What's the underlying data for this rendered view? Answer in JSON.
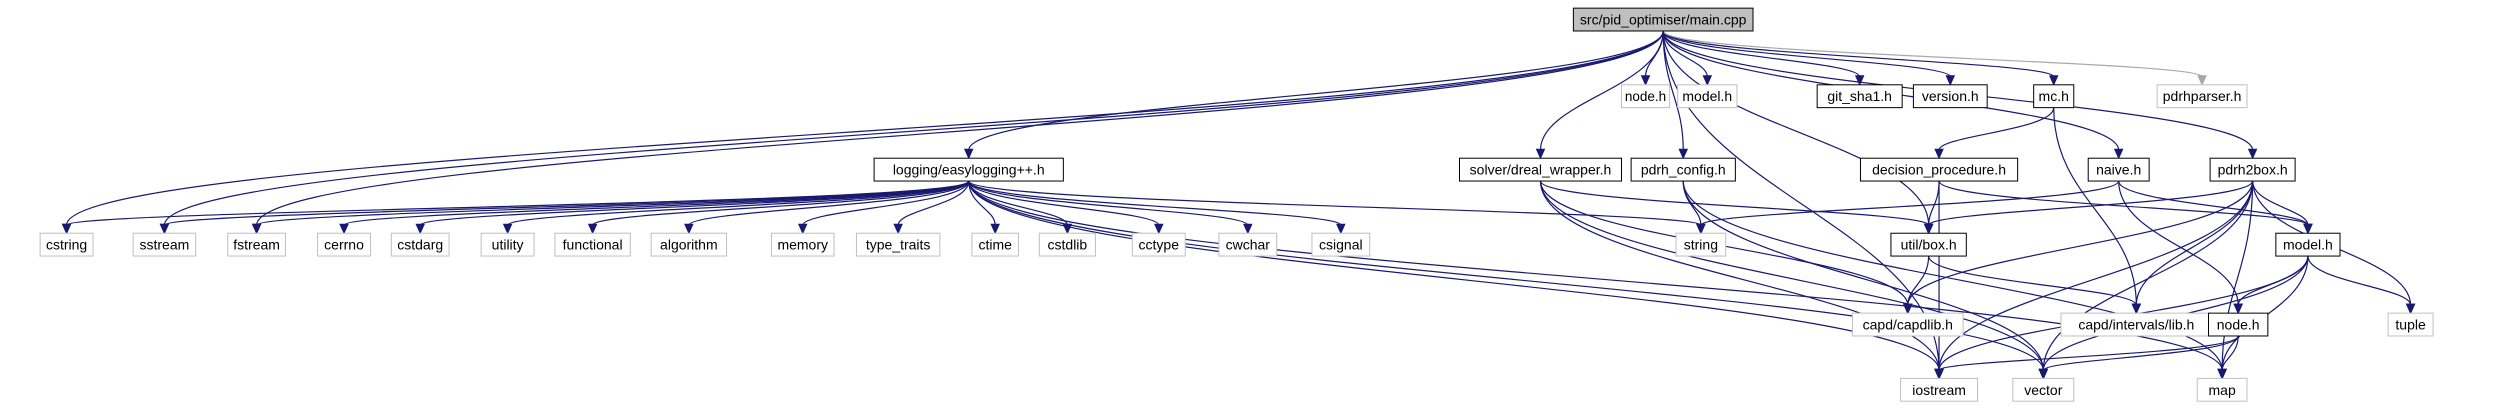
{
  "diagram": {
    "type": "include-dependency-graph",
    "nodes": [
      {
        "id": "main",
        "label": "src/pid_optimiser/main.cpp",
        "kind": "root"
      },
      {
        "id": "node_h_top",
        "label": "node.h",
        "kind": "ext"
      },
      {
        "id": "model_h_top",
        "label": "model.h",
        "kind": "ext"
      },
      {
        "id": "git_sha1",
        "label": "git_sha1.h",
        "kind": "doc"
      },
      {
        "id": "version",
        "label": "version.h",
        "kind": "doc"
      },
      {
        "id": "mc",
        "label": "mc.h",
        "kind": "doc"
      },
      {
        "id": "pdrhparser",
        "label": "pdrhparser.h",
        "kind": "ext"
      },
      {
        "id": "easylogging",
        "label": "logging/easylogging++.h",
        "kind": "doc"
      },
      {
        "id": "dreal_wrapper",
        "label": "solver/dreal_wrapper.h",
        "kind": "doc"
      },
      {
        "id": "pdrh_config",
        "label": "pdrh_config.h",
        "kind": "doc"
      },
      {
        "id": "decision",
        "label": "decision_procedure.h",
        "kind": "doc"
      },
      {
        "id": "naive",
        "label": "naive.h",
        "kind": "doc"
      },
      {
        "id": "pdrh2box",
        "label": "pdrh2box.h",
        "kind": "doc"
      },
      {
        "id": "cstring",
        "label": "cstring",
        "kind": "ext"
      },
      {
        "id": "sstream",
        "label": "sstream",
        "kind": "ext"
      },
      {
        "id": "fstream",
        "label": "fstream",
        "kind": "ext"
      },
      {
        "id": "cerrno",
        "label": "cerrno",
        "kind": "ext"
      },
      {
        "id": "cstdarg",
        "label": "cstdarg",
        "kind": "ext"
      },
      {
        "id": "utility",
        "label": "utility",
        "kind": "ext"
      },
      {
        "id": "functional",
        "label": "functional",
        "kind": "ext"
      },
      {
        "id": "algorithm",
        "label": "algorithm",
        "kind": "ext"
      },
      {
        "id": "memory",
        "label": "memory",
        "kind": "ext"
      },
      {
        "id": "type_traits",
        "label": "type_traits",
        "kind": "ext"
      },
      {
        "id": "ctime",
        "label": "ctime",
        "kind": "ext"
      },
      {
        "id": "cstdlib",
        "label": "cstdlib",
        "kind": "ext"
      },
      {
        "id": "cctype",
        "label": "cctype",
        "kind": "ext"
      },
      {
        "id": "cwchar",
        "label": "cwchar",
        "kind": "ext"
      },
      {
        "id": "csignal",
        "label": "csignal",
        "kind": "ext"
      },
      {
        "id": "string",
        "label": "string",
        "kind": "ext"
      },
      {
        "id": "util_box",
        "label": "util/box.h",
        "kind": "doc"
      },
      {
        "id": "model_h",
        "label": "model.h",
        "kind": "doc"
      },
      {
        "id": "tuple",
        "label": "tuple",
        "kind": "ext"
      },
      {
        "id": "capd_capdlib",
        "label": "capd/capdlib.h",
        "kind": "ext"
      },
      {
        "id": "capd_intervals",
        "label": "capd/intervals/lib.h",
        "kind": "ext"
      },
      {
        "id": "node_h",
        "label": "node.h",
        "kind": "doc"
      },
      {
        "id": "iostream",
        "label": "iostream",
        "kind": "ext"
      },
      {
        "id": "vector",
        "label": "vector",
        "kind": "ext"
      },
      {
        "id": "map",
        "label": "map",
        "kind": "ext"
      }
    ],
    "edges": [
      {
        "from": "main",
        "to": "node_h_top"
      },
      {
        "from": "main",
        "to": "model_h_top"
      },
      {
        "from": "main",
        "to": "git_sha1"
      },
      {
        "from": "main",
        "to": "version"
      },
      {
        "from": "main",
        "to": "mc"
      },
      {
        "from": "main",
        "to": "pdrhparser",
        "style": "gray"
      },
      {
        "from": "main",
        "to": "easylogging"
      },
      {
        "from": "main",
        "to": "dreal_wrapper"
      },
      {
        "from": "main",
        "to": "pdrh_config"
      },
      {
        "from": "main",
        "to": "naive"
      },
      {
        "from": "main",
        "to": "pdrh2box"
      },
      {
        "from": "main",
        "to": "cstring"
      },
      {
        "from": "main",
        "to": "sstream"
      },
      {
        "from": "main",
        "to": "fstream"
      },
      {
        "from": "main",
        "to": "iostream"
      },
      {
        "from": "main",
        "to": "util_box"
      },
      {
        "from": "easylogging",
        "to": "cstring"
      },
      {
        "from": "easylogging",
        "to": "sstream"
      },
      {
        "from": "easylogging",
        "to": "fstream"
      },
      {
        "from": "easylogging",
        "to": "cerrno"
      },
      {
        "from": "easylogging",
        "to": "cstdarg"
      },
      {
        "from": "easylogging",
        "to": "utility"
      },
      {
        "from": "easylogging",
        "to": "functional"
      },
      {
        "from": "easylogging",
        "to": "algorithm"
      },
      {
        "from": "easylogging",
        "to": "memory"
      },
      {
        "from": "easylogging",
        "to": "type_traits"
      },
      {
        "from": "easylogging",
        "to": "ctime"
      },
      {
        "from": "easylogging",
        "to": "cstdlib"
      },
      {
        "from": "easylogging",
        "to": "cctype"
      },
      {
        "from": "easylogging",
        "to": "cwchar"
      },
      {
        "from": "easylogging",
        "to": "csignal"
      },
      {
        "from": "easylogging",
        "to": "string"
      },
      {
        "from": "easylogging",
        "to": "iostream"
      },
      {
        "from": "easylogging",
        "to": "vector"
      },
      {
        "from": "easylogging",
        "to": "map"
      },
      {
        "from": "dreal_wrapper",
        "to": "util_box"
      },
      {
        "from": "dreal_wrapper",
        "to": "capd_capdlib"
      },
      {
        "from": "dreal_wrapper",
        "to": "iostream"
      },
      {
        "from": "dreal_wrapper",
        "to": "vector"
      },
      {
        "from": "pdrh_config",
        "to": "string"
      },
      {
        "from": "pdrh_config",
        "to": "vector"
      },
      {
        "from": "pdrh_config",
        "to": "map"
      },
      {
        "from": "mc",
        "to": "decision"
      },
      {
        "from": "mc",
        "to": "capd_intervals"
      },
      {
        "from": "decision",
        "to": "util_box"
      },
      {
        "from": "decision",
        "to": "model_h"
      },
      {
        "from": "decision",
        "to": "iostream"
      },
      {
        "from": "naive",
        "to": "string"
      },
      {
        "from": "naive",
        "to": "model_h"
      },
      {
        "from": "naive",
        "to": "node_h"
      },
      {
        "from": "pdrh2box",
        "to": "util_box"
      },
      {
        "from": "pdrh2box",
        "to": "model_h"
      },
      {
        "from": "pdrh2box",
        "to": "capd_capdlib"
      },
      {
        "from": "pdrh2box",
        "to": "capd_intervals"
      },
      {
        "from": "pdrh2box",
        "to": "iostream"
      },
      {
        "from": "pdrh2box",
        "to": "tuple"
      },
      {
        "from": "pdrh2box",
        "to": "vector"
      },
      {
        "from": "pdrh2box",
        "to": "map"
      },
      {
        "from": "util_box",
        "to": "capd_capdlib"
      },
      {
        "from": "util_box",
        "to": "capd_intervals"
      },
      {
        "from": "model_h",
        "to": "node_h"
      },
      {
        "from": "model_h",
        "to": "tuple"
      },
      {
        "from": "model_h",
        "to": "iostream"
      },
      {
        "from": "model_h",
        "to": "vector"
      },
      {
        "from": "model_h",
        "to": "map"
      },
      {
        "from": "node_h",
        "to": "iostream"
      },
      {
        "from": "node_h",
        "to": "vector"
      },
      {
        "from": "node_h",
        "to": "map"
      }
    ]
  }
}
